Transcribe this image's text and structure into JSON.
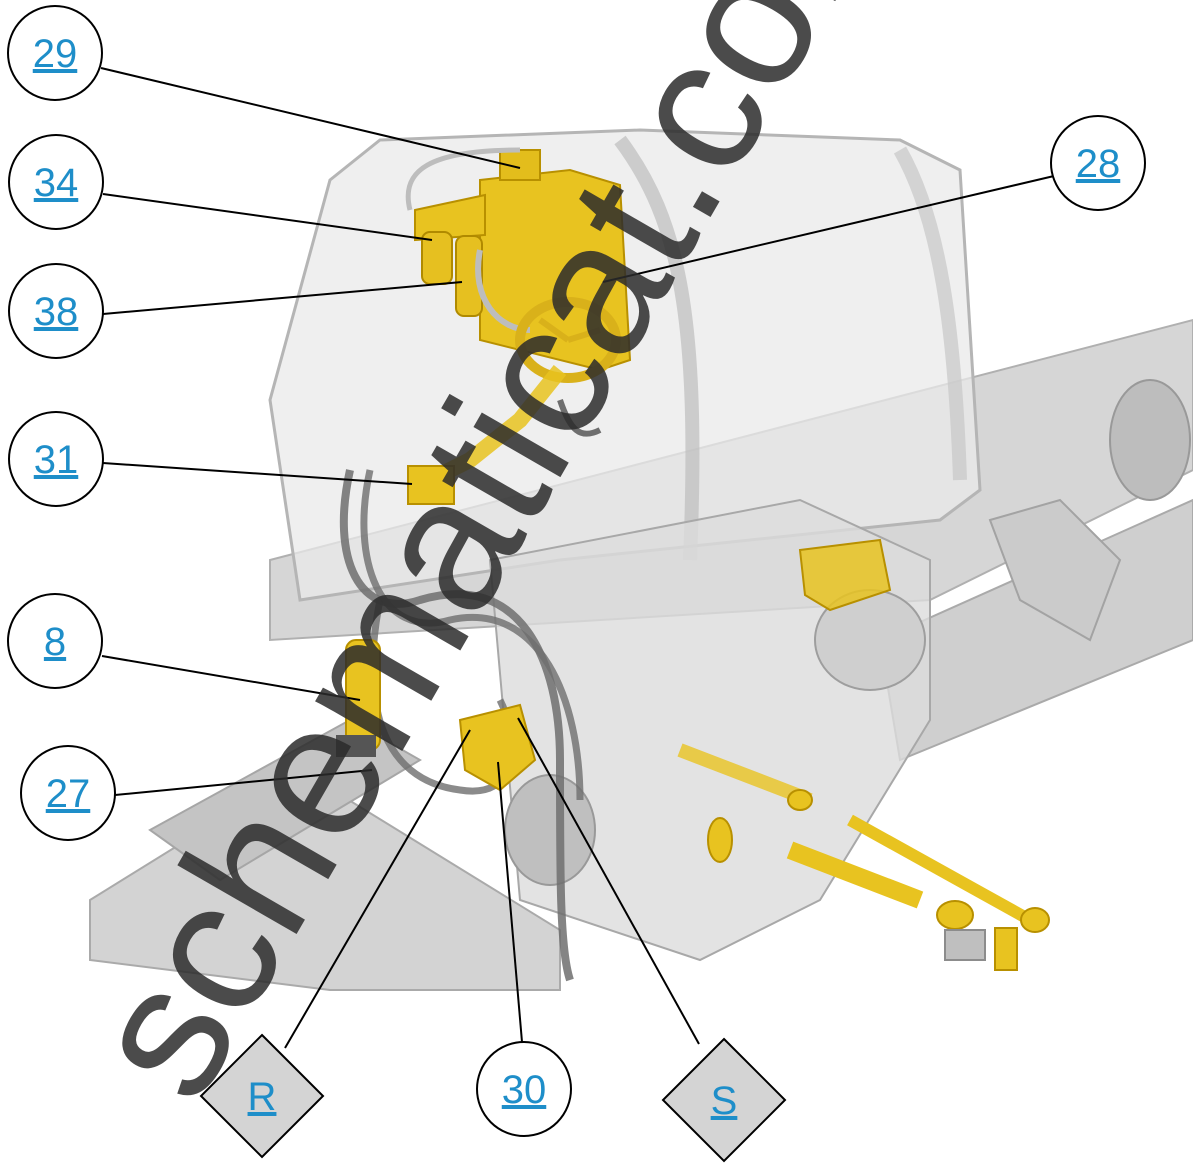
{
  "callouts": {
    "c29": "29",
    "c34": "34",
    "c38": "38",
    "c31": "31",
    "c8": "8",
    "c27": "27",
    "c28": "28",
    "c30": "30",
    "cR": "R",
    "cS": "S"
  },
  "watermark": "schematicat.com",
  "colors": {
    "callout_text": "#1e8ec9",
    "component_yellow": "#e8c320",
    "frame_gray": "#c9c9c9",
    "watermark": "#2b2b2b"
  }
}
